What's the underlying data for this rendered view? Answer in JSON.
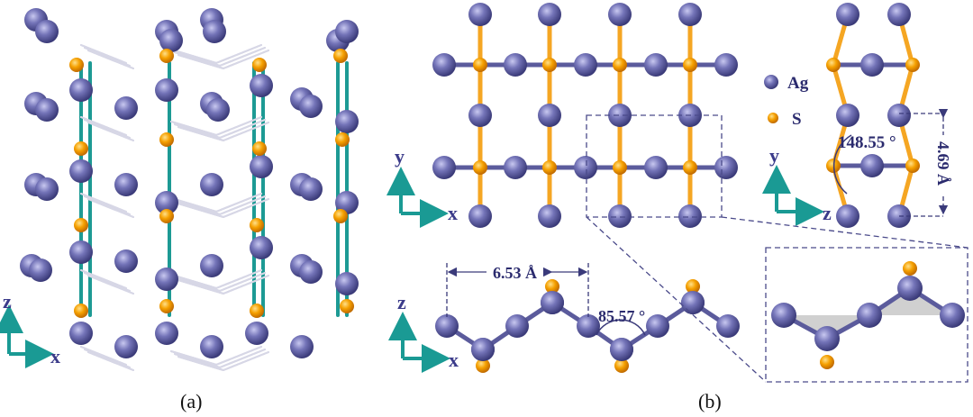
{
  "panel_a": {
    "caption": "(a)",
    "axis_vertical": "z",
    "axis_horizontal": "x"
  },
  "panel_b": {
    "caption": "(b)",
    "top_view": {
      "axis_vertical": "y",
      "axis_horizontal": "x"
    },
    "side_view_yz": {
      "axis_vertical": "y",
      "axis_horizontal": "z",
      "angle_label": "148.55 °",
      "height_label": "4.69 Å"
    },
    "side_view_xz": {
      "axis_vertical": "z",
      "axis_horizontal": "x",
      "width_label": "6.53 Å",
      "angle_label": "85.57 °"
    },
    "legend": [
      {
        "label": "Ag",
        "color": "#6a6aae"
      },
      {
        "label": "S",
        "color": "#f5a000"
      }
    ]
  },
  "colors": {
    "silver_atom": "#6a6aae",
    "sulfur_atom": "#f5a000",
    "bond_ag_s": "#f5a623",
    "bond_ag_ag": "#5b5b9c",
    "bond_teal": "#1d9a94",
    "axis_arrow": "#1a9a94",
    "dashed": "#4a4a8a"
  }
}
